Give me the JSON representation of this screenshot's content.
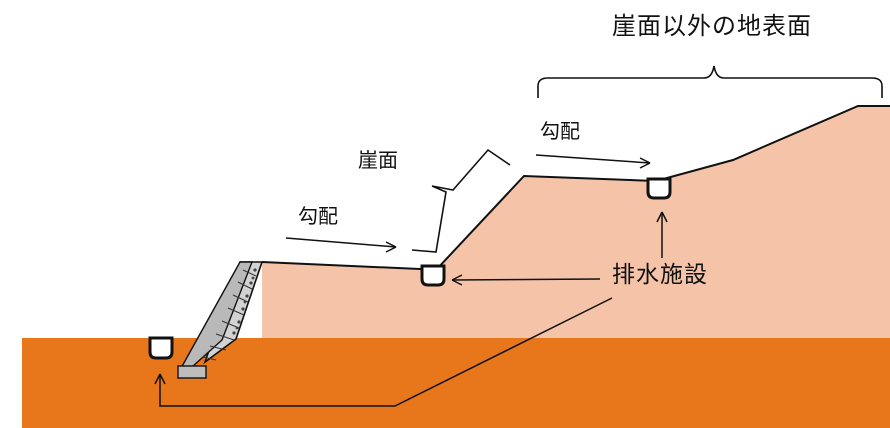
{
  "labels": {
    "other_surface": "崖面以外の地表面",
    "cliff_face": "崖面",
    "gradient_lower": "勾配",
    "gradient_upper": "勾配",
    "drainage": "排水施設"
  },
  "colors": {
    "natural_ground": "#e8761b",
    "fill_slope": "#f5c4a8",
    "line": "#111111",
    "retaining_wall": "#c9c9c9",
    "drain_interior": "#ffffff"
  }
}
